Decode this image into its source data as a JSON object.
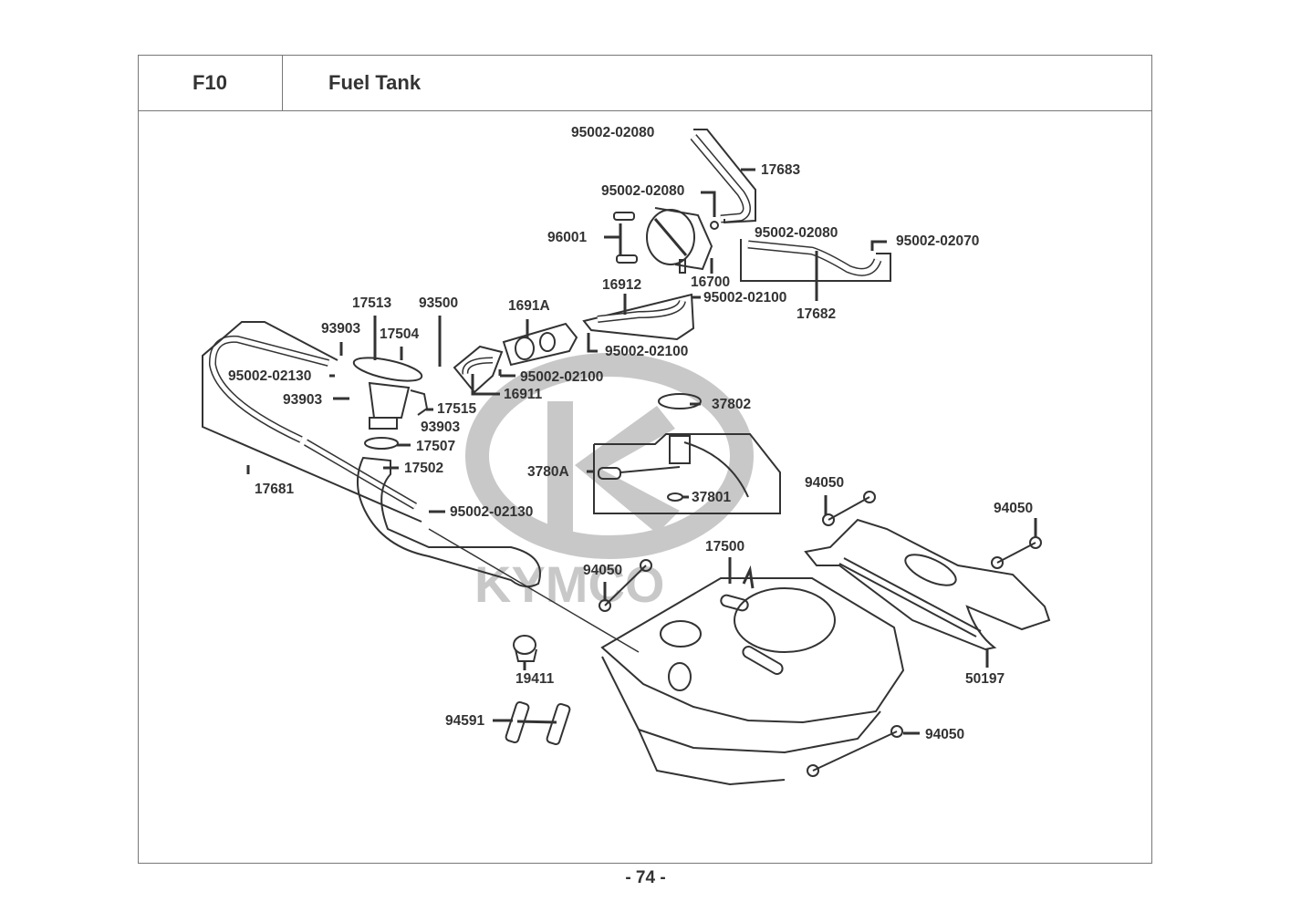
{
  "header": {
    "section_code": "F10",
    "title": "Fuel Tank"
  },
  "watermark": {
    "brand": "KYMCO"
  },
  "colors": {
    "line": "#333333",
    "frame": "#777777",
    "watermark": "#c8c8c8"
  },
  "footer": {
    "page_number": "- 74 -"
  },
  "parts": [
    {
      "id": "p1",
      "number": "95002-02080",
      "desc": "hose clip (top hose)"
    },
    {
      "id": "p2",
      "number": "17683",
      "desc": "hose"
    },
    {
      "id": "p3",
      "number": "95002-02080",
      "desc": "hose clip (pump)"
    },
    {
      "id": "p4",
      "number": "96001",
      "desc": "bolts"
    },
    {
      "id": "p5",
      "number": "16700",
      "desc": "fuel pump"
    },
    {
      "id": "p6",
      "number": "95002-02080",
      "desc": "hose clip (right hose)"
    },
    {
      "id": "p7",
      "number": "95002-02070",
      "desc": "hose clip"
    },
    {
      "id": "p8",
      "number": "17682",
      "desc": "hose"
    },
    {
      "id": "p9",
      "number": "16912",
      "desc": "hose"
    },
    {
      "id": "p10",
      "number": "95002-02100",
      "desc": "hose clip"
    },
    {
      "id": "p11",
      "number": "1691A",
      "desc": "fuel filter"
    },
    {
      "id": "p12",
      "number": "95002-02100",
      "desc": "hose clip"
    },
    {
      "id": "p13",
      "number": "95002-02100",
      "desc": "hose clip"
    },
    {
      "id": "p14",
      "number": "16911",
      "desc": "hose"
    },
    {
      "id": "p15",
      "number": "17513",
      "desc": "part"
    },
    {
      "id": "p16",
      "number": "93500",
      "desc": "screws"
    },
    {
      "id": "p17",
      "number": "93903",
      "desc": "screw"
    },
    {
      "id": "p18",
      "number": "17504",
      "desc": "filler neck"
    },
    {
      "id": "p19",
      "number": "95002-02130",
      "desc": "hose clip"
    },
    {
      "id": "p20",
      "number": "93903",
      "desc": "screw"
    },
    {
      "id": "p21",
      "number": "17515",
      "desc": "bracket"
    },
    {
      "id": "p22",
      "number": "93903",
      "desc": "screw"
    },
    {
      "id": "p23",
      "number": "17507",
      "desc": "band"
    },
    {
      "id": "p24",
      "number": "17502",
      "desc": "filler hose"
    },
    {
      "id": "p25",
      "number": "17681",
      "desc": "breather hose"
    },
    {
      "id": "p26",
      "number": "95002-02130",
      "desc": "hose clip"
    },
    {
      "id": "p27",
      "number": "37802",
      "desc": "nut"
    },
    {
      "id": "p28",
      "number": "3780A",
      "desc": "fuel unit"
    },
    {
      "id": "p29",
      "number": "37801",
      "desc": "gasket"
    },
    {
      "id": "p30",
      "number": "94050",
      "desc": "nuts"
    },
    {
      "id": "p31",
      "number": "94050",
      "desc": "nuts"
    },
    {
      "id": "p32",
      "number": "17500",
      "desc": "fuel tank"
    },
    {
      "id": "p33",
      "number": "94050",
      "desc": "nuts"
    },
    {
      "id": "p34",
      "number": "50197",
      "desc": "bracket"
    },
    {
      "id": "p35",
      "number": "19411",
      "desc": "clamp"
    },
    {
      "id": "p36",
      "number": "94591",
      "desc": "rubber"
    },
    {
      "id": "p37",
      "number": "94050",
      "desc": "nuts"
    }
  ]
}
